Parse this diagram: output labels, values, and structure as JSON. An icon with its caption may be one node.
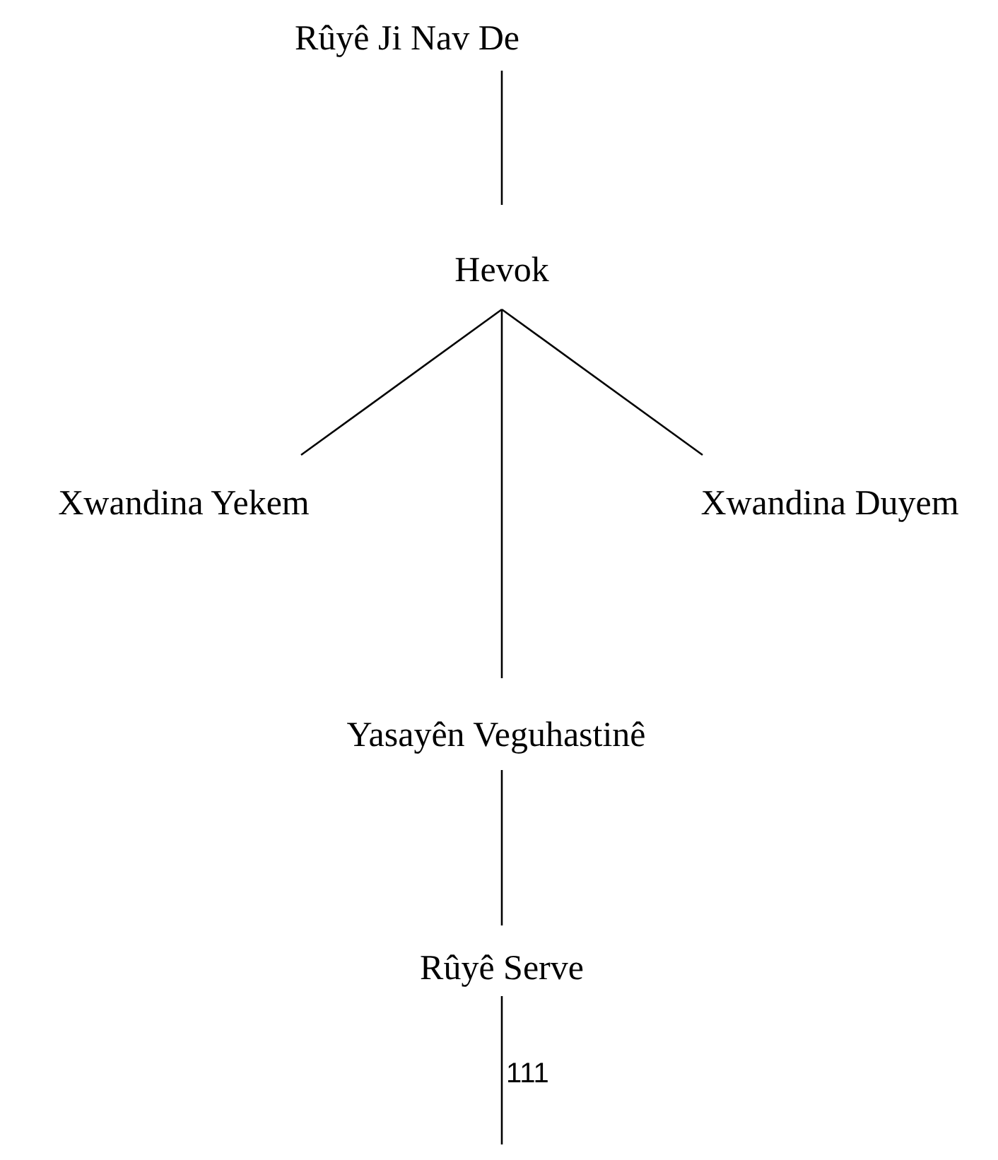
{
  "diagram": {
    "nodes": [
      {
        "text": [
          "Rûyê Ji Nav De"
        ]
      },
      {
        "text": [
          "Hevok"
        ]
      },
      {
        "text": [
          "Xwandina Yekem"
        ]
      },
      {
        "text": [
          "Xwandina Duyem"
        ]
      },
      {
        "text": [
          "Yasayên Veguhastinê"
        ]
      },
      {
        "text": [
          "Rûyê Serve"
        ]
      }
    ],
    "edges": [
      {
        "from": 0,
        "to": 1,
        "arrow": "none"
      },
      {
        "from": 1,
        "to": 2,
        "arrow": "none"
      },
      {
        "from": 1,
        "to": 3,
        "arrow": "none"
      },
      {
        "from": 1,
        "to": 4,
        "arrow": "none"
      },
      {
        "from": 4,
        "to": 5,
        "arrow": "none"
      },
      {
        "from": 5,
        "to": null,
        "arrow": "none"
      }
    ],
    "labels": [
      "111"
    ]
  }
}
